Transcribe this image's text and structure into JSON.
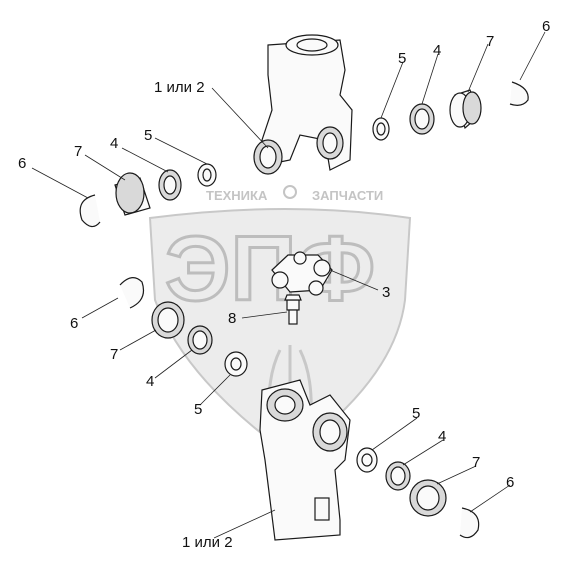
{
  "watermark": {
    "brand_left": "ТЕХНИКА",
    "brand_right": "ЗАПЧАСТИ",
    "logo_big": "ЭПФ"
  },
  "callouts": {
    "top_fork": "1 или 2",
    "bottom_fork": "1 или 2",
    "cross": "3",
    "grease_fitting": "8",
    "top_right_seal": "5",
    "top_right_ring": "4",
    "top_right_bearing": "7",
    "top_right_circlip": "6",
    "top_left_seal": "5",
    "top_left_ring": "4",
    "top_left_bearing": "7",
    "top_left_circlip": "6",
    "mid_left_circlip": "6",
    "mid_left_bearing": "7",
    "mid_left_ring": "4",
    "mid_left_seal": "5",
    "bottom_right_seal": "5",
    "bottom_right_ring": "4",
    "bottom_right_bearing": "7",
    "bottom_right_circlip": "6"
  }
}
